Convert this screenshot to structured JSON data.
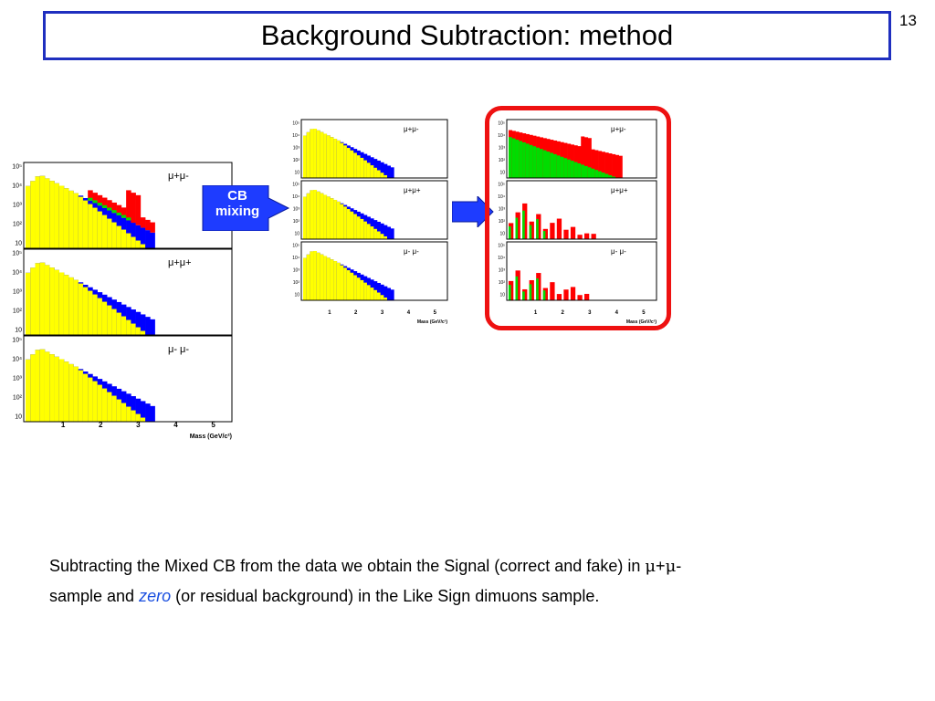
{
  "slide": {
    "title": "Background Subtraction: method",
    "page_number": "13"
  },
  "colors": {
    "yellow": "#ffff00",
    "blue": "#0000ff",
    "red": "#ff0000",
    "green": "#00dd00",
    "title_border": "#1f2fbf",
    "highlight_box": "#ee1111",
    "zero_text": "#1a4fe0"
  },
  "arrows": {
    "cb_label_line1": "CB",
    "cb_label_line2": "mixing"
  },
  "caption": {
    "line1_a": "Subtracting the Mixed CB from the data we obtain the Signal (correct and fake) in ",
    "mu1": "μ",
    "plus": "+",
    "mu2": "μ",
    "line1_b": "-",
    "line2_a": "sample and ",
    "zero": "zero",
    "line2_b": " (or residual background) in the Like Sign dimuons sample."
  },
  "chart_data": [
    {
      "type": "bar",
      "group": "data",
      "xlabel": "Mass (GeV/c²)",
      "x_ticks": [
        "1",
        "2",
        "3",
        "4",
        "5"
      ],
      "y_scale": "log",
      "panels": [
        {
          "label": "μ+μ-",
          "y_ticks": [
            "10",
            "10²",
            "10³",
            "10⁴",
            "10⁵"
          ],
          "shape": "data-os"
        },
        {
          "label": "μ+μ+",
          "y_ticks": [
            "10",
            "10²",
            "10³",
            "10⁴",
            "10⁵"
          ],
          "shape": "bg"
        },
        {
          "label": "μ- μ-",
          "y_ticks": [
            "10",
            "10²",
            "10³",
            "10⁴",
            "10⁵"
          ],
          "shape": "bg"
        }
      ]
    },
    {
      "type": "bar",
      "group": "mixed-cb",
      "xlabel": "Mass (GeV/c²)",
      "x_ticks": [
        "1",
        "2",
        "3",
        "4",
        "5"
      ],
      "y_scale": "log",
      "panels": [
        {
          "label": "μ+μ-",
          "y_ticks": [
            "10",
            "10²",
            "10³",
            "10⁴",
            "10⁵"
          ],
          "shape": "bg"
        },
        {
          "label": "μ+μ+",
          "y_ticks": [
            "10",
            "10²",
            "10³",
            "10⁴",
            "10⁵"
          ],
          "shape": "bg"
        },
        {
          "label": "μ- μ-",
          "y_ticks": [
            "10",
            "10²",
            "10³",
            "10⁴",
            "10⁵"
          ],
          "shape": "bg"
        }
      ]
    },
    {
      "type": "bar",
      "group": "subtracted",
      "xlabel": "Mass (GeV/c²)",
      "x_ticks": [
        "1",
        "2",
        "3",
        "4",
        "5"
      ],
      "y_scale": "log",
      "panels": [
        {
          "label": "μ+μ-",
          "y_ticks": [
            "10",
            "10²",
            "10³",
            "10⁴",
            "10⁵"
          ],
          "shape": "sig-os"
        },
        {
          "label": "μ+μ+",
          "y_ticks": [
            "10",
            "10²",
            "10³",
            "10⁴",
            "10⁵"
          ],
          "shape": "sig-ls1"
        },
        {
          "label": "μ- μ-",
          "y_ticks": [
            "10",
            "10²",
            "10³",
            "10⁴",
            "10⁵"
          ],
          "shape": "sig-ls2"
        }
      ]
    }
  ]
}
